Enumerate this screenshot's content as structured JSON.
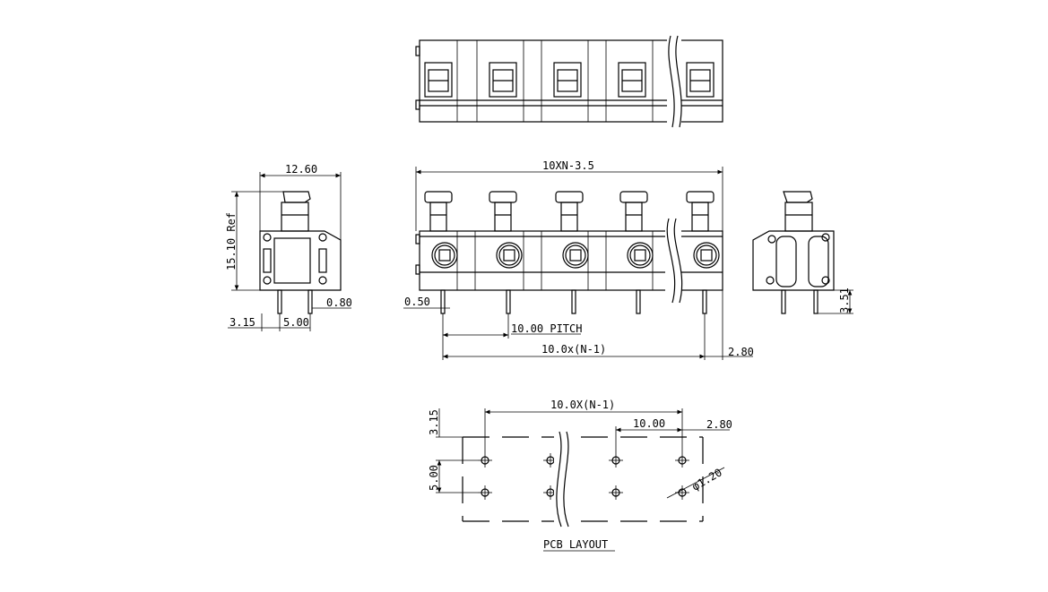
{
  "dimensions": {
    "side_width": "12.60",
    "side_height": "15.10 Ref",
    "pin_width": "0.80",
    "left_offset": "3.15",
    "row_spacing": "5.00",
    "overall_length": "10XN-3.5",
    "pin_thickness": "0.50",
    "pitch": "10.00 PITCH",
    "span": "10.0x(N-1)",
    "end_offset": "2.80",
    "pin_length": "3.51"
  },
  "pcb_layout": {
    "title": "PCB LAYOUT",
    "span": "10.0X(N-1)",
    "pitch": "10.00",
    "end_offset": "2.80",
    "top_offset": "3.15",
    "row_spacing": "5.00",
    "hole_diameter": "φ1.20"
  }
}
